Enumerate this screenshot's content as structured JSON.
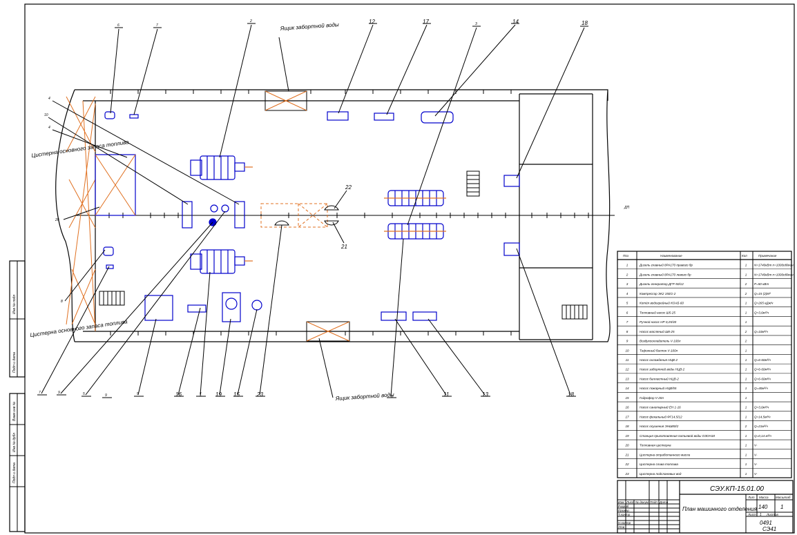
{
  "drawing": {
    "code": "СЭУ.КП-15.01.00",
    "title": "План машинного отделения",
    "mass": "140",
    "scale": "1",
    "sheet": "1",
    "group": "СЭ41",
    "org_code": "0491"
  },
  "labels": {
    "tank_top": "Цистерна основного запаса топлива",
    "tank_bottom": "Цистерна основного запаса топлива",
    "box_top": "Ящик забортной воды",
    "box_bottom": "Ящик забортной воды",
    "dp": "ДП"
  },
  "callouts": {
    "top": [
      "6",
      "7",
      "2",
      "12",
      "17",
      "3",
      "14",
      "18"
    ],
    "left": [
      "4",
      "10",
      "4",
      "20",
      "8"
    ],
    "bottom": [
      "7",
      "9",
      "5",
      "9",
      "5",
      "16",
      "1",
      "19",
      "15",
      "23",
      "3",
      "11",
      "13",
      "18"
    ],
    "mid": [
      "22",
      "21"
    ]
  },
  "spec": {
    "headers": [
      "Поз",
      "Наименование",
      "Кол",
      "Примечание"
    ],
    "rows": [
      [
        "1",
        "Дизель главный 8РА170 правого бр",
        "1",
        "N=1740кВт n=1000об/мин"
      ],
      [
        "2",
        "Дизель главный 8РА170 левого бр",
        "1",
        "N=1740кВт n=1000об/мин"
      ],
      [
        "3",
        "Дизель-генератор ДГР-50/12",
        "2",
        "P=50 кВт"
      ],
      [
        "4",
        "Компрессор ЭК2 150/1-2",
        "2",
        "Q=15 (2)М³"
      ],
      [
        "5",
        "Котёл водогрейный КОАБ-60",
        "1",
        "Q=265 кДж/ч"
      ],
      [
        "6",
        "Топливный насос Ш5-25",
        "1",
        "Q=3,6м³/ч"
      ],
      [
        "7",
        "Ручной насос НР 0,25/30",
        "1",
        ""
      ],
      [
        "8",
        "Насос масляный Ш8-25",
        "2",
        "Q=10м³/ч"
      ],
      [
        "9",
        "Воздухоохладитель V-100л",
        "2",
        ""
      ],
      [
        "10",
        "Тифонный баллон V-100л",
        "1",
        ""
      ],
      [
        "11",
        "Насос охлаждения НЦВ-2",
        "1",
        "Q=6-60м³/ч"
      ],
      [
        "12",
        "Насос забортной воды НЦВ-2",
        "1",
        "Q=6-60м³/ч"
      ],
      [
        "13",
        "Насос балластный НЦВ-2",
        "1",
        "Q=6-60м³/ч"
      ],
      [
        "14",
        "Насос пожарный НЦВ/55",
        "1",
        "Q=40м³/ч"
      ],
      [
        "15",
        "Гидрофор V-20л",
        "1",
        ""
      ],
      [
        "16",
        "Насос санитарный ЕН 1-16",
        "1",
        "Q=3,6м³/ч"
      ],
      [
        "17",
        "Насос фекальный ФГ14,5/12",
        "1",
        "Q=14,5м³/ч"
      ],
      [
        "18",
        "Насос осушения ЭНШ80/2",
        "2",
        "Q=21м³/ч"
      ],
      [
        "19",
        "Станция приготовления питьевой воды ОЗОН18",
        "1",
        "Q=0,14 м³/ч"
      ],
      [
        "20",
        "Топливная цистерна",
        "1",
        "V-"
      ],
      [
        "21",
        "Цистерна отработанного масла",
        "1",
        "V-"
      ],
      [
        "22",
        "Цистерна слива топлива",
        "1",
        "V-"
      ],
      [
        "23",
        "Цистерна подсланевых вод",
        "1",
        "V-"
      ]
    ]
  },
  "title_block": {
    "cells": [
      "Изм",
      "Лист",
      "№ докум",
      "Подп",
      "Дата",
      "Разраб",
      "Провер",
      "Т.контр",
      "Н.контр",
      "Утв",
      "Лит",
      "Масса",
      "Масштаб",
      "Лист",
      "Листов"
    ]
  },
  "side_stamps": [
    "Инв № подл",
    "Подп и дата",
    "Взам инв №",
    "Инв № дубл",
    "Подп и дата"
  ],
  "colors": {
    "line": "#000000",
    "hull": "#000000",
    "equipment": "#0000cc",
    "hatch": "#e07020"
  }
}
